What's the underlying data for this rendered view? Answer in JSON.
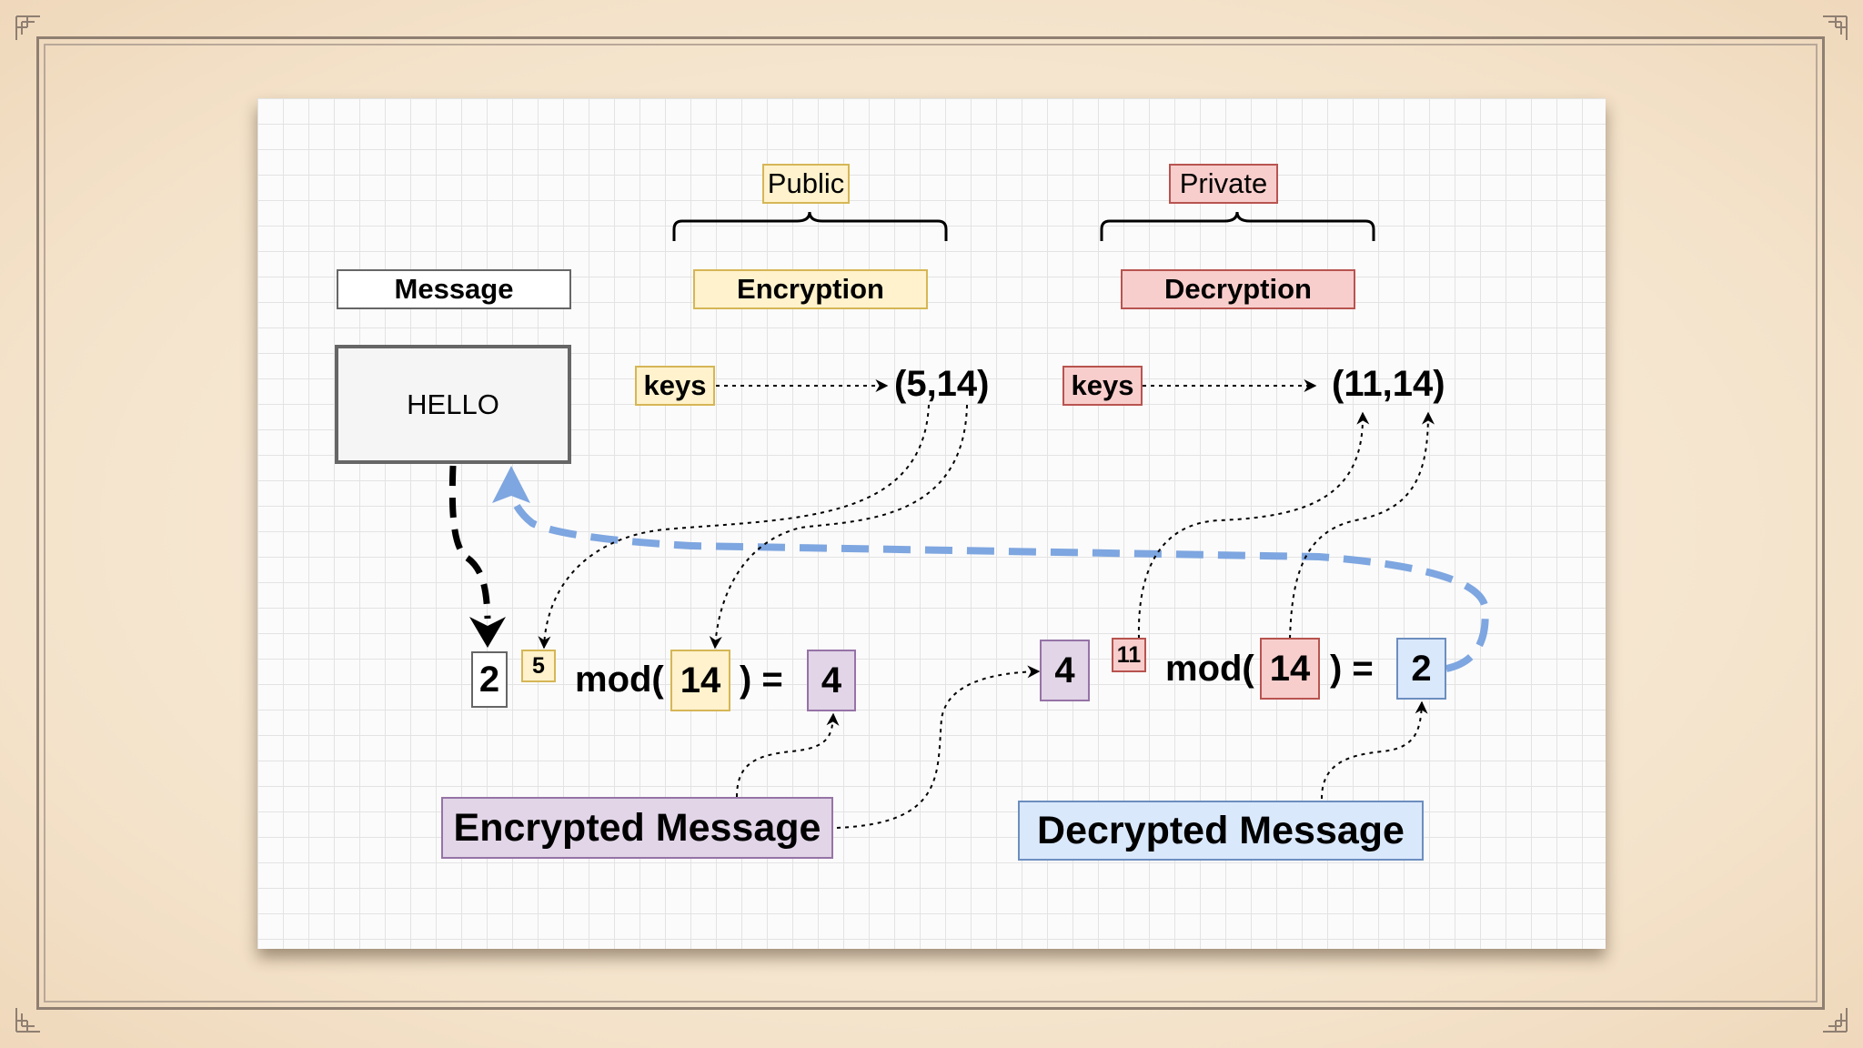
{
  "labels": {
    "public": "Public",
    "private": "Private",
    "message": "Message",
    "encryption": "Encryption",
    "decryption": "Decryption",
    "plaintext": "HELLO",
    "keys_public": "keys",
    "keys_private": "keys",
    "public_key": "(5,14)",
    "private_key": "(11,14)",
    "encrypted_message": "Encrypted Message",
    "decrypted_message": "Decrypted Message"
  },
  "encryption_eq": {
    "base": "2",
    "exponent": "5",
    "mod_open": "mod(",
    "modulus": "14",
    "equals": ") =",
    "result": "4"
  },
  "decryption_eq": {
    "base": "4",
    "exponent": "11",
    "mod_open": "mod(",
    "modulus": "14",
    "equals": ") =",
    "result": "2"
  },
  "colors": {
    "public": "#fff2cc",
    "private": "#f8cecc",
    "encrypted": "#e1d5e7",
    "decrypted": "#dae8fc",
    "return_arrow": "#7ea6e0"
  }
}
